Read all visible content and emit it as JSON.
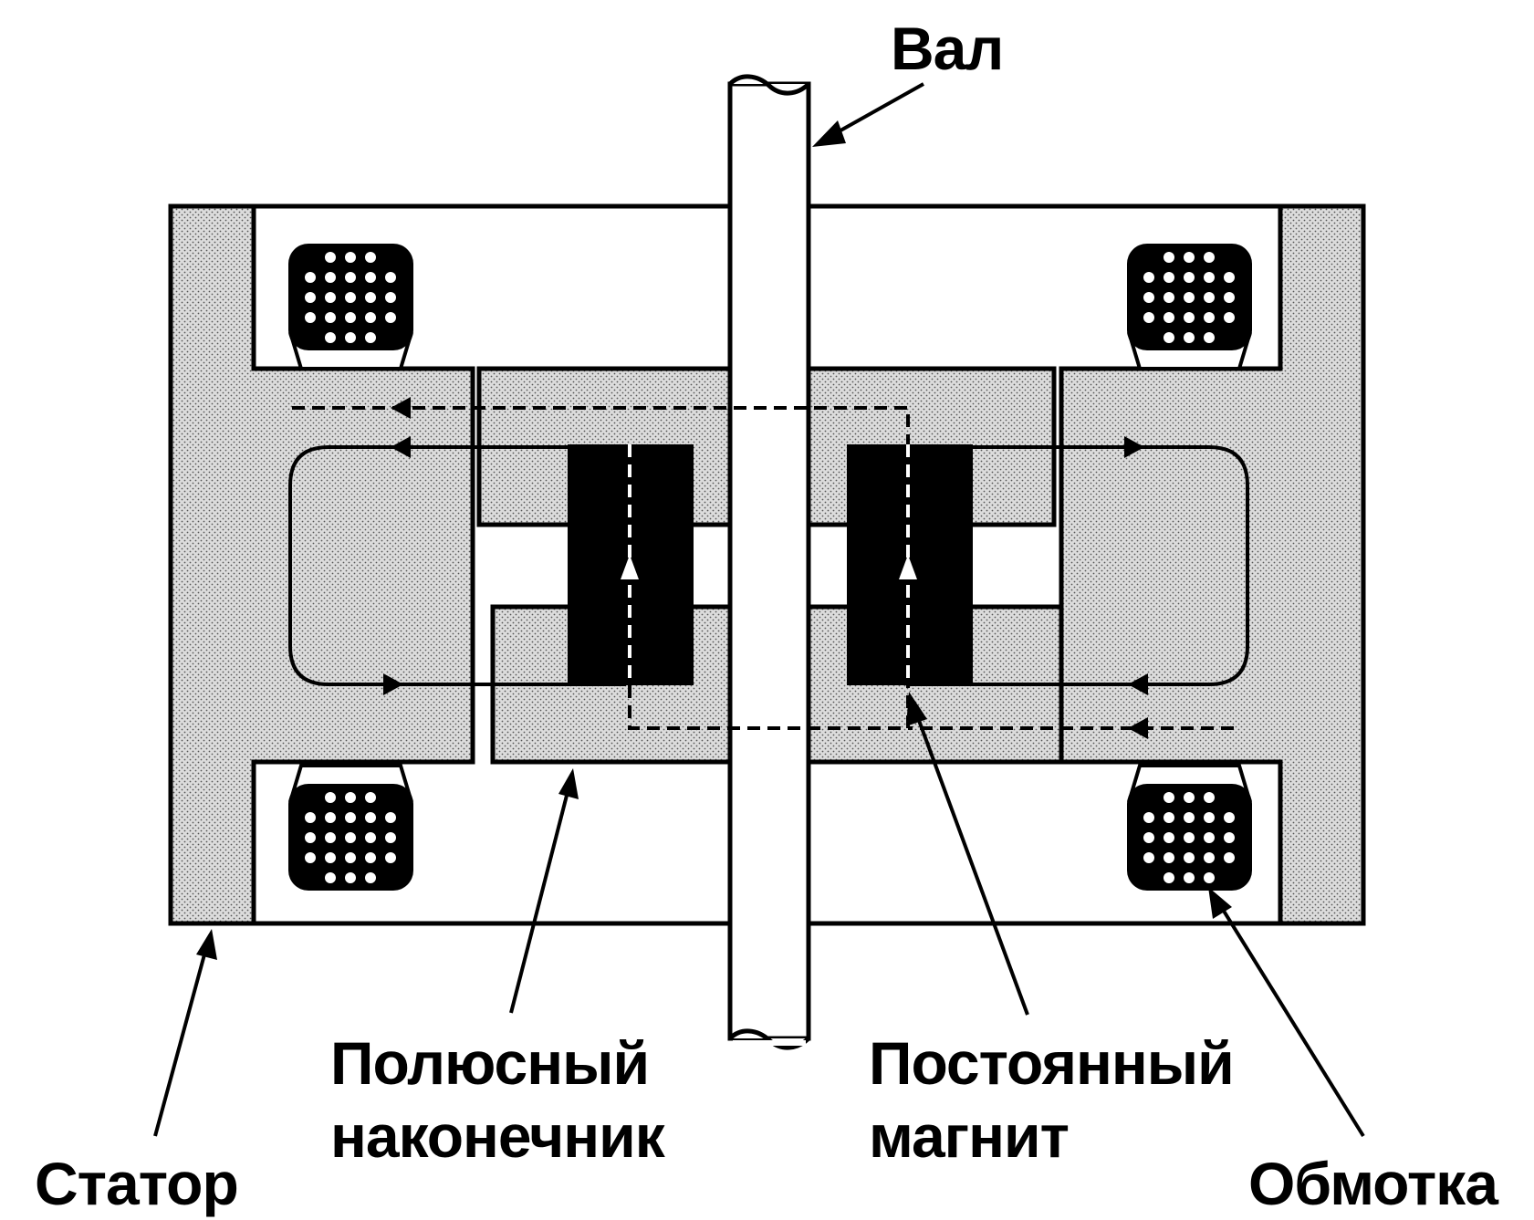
{
  "labels": {
    "shaft": "Вал",
    "stator": "Статор",
    "pole_piece_line1": "Полюсный",
    "pole_piece_line2": "наконечник",
    "permanent_magnet_line1": "Постоянный",
    "permanent_magnet_line2": "магнит",
    "winding": "Обмотка"
  },
  "colors": {
    "stroke": "#000000",
    "iron_fill": "#d8d8d8",
    "magnet_fill": "#000000",
    "background": "#ffffff"
  }
}
